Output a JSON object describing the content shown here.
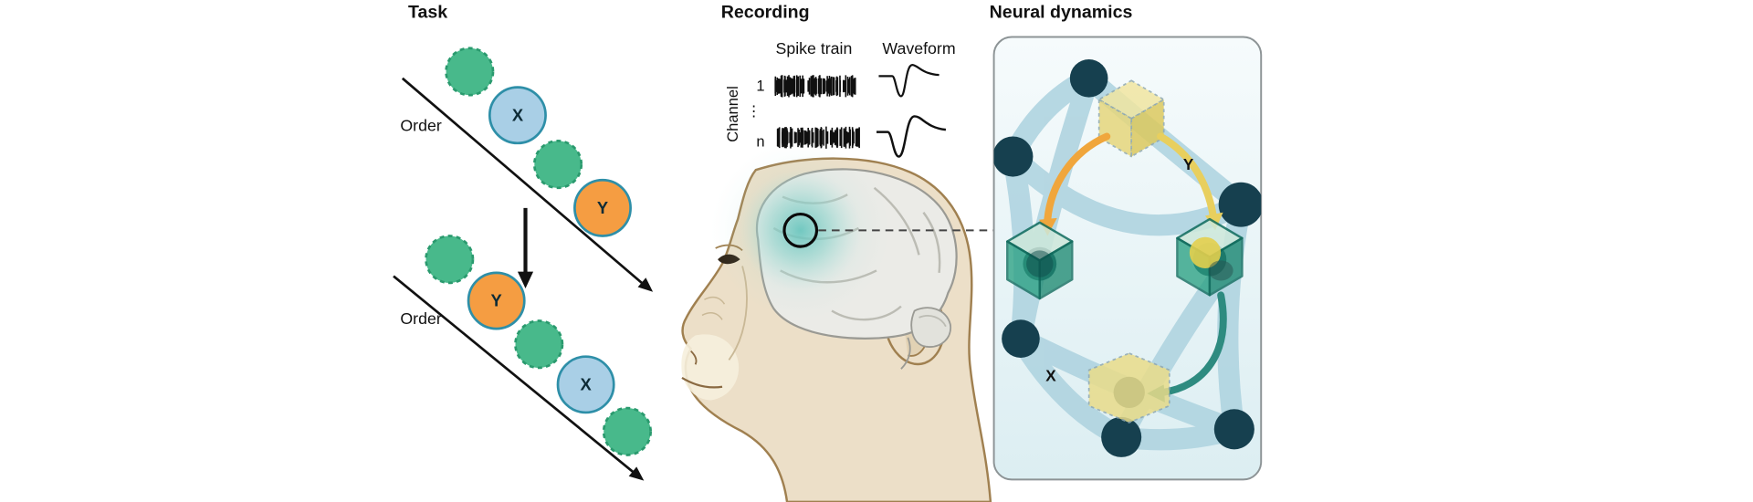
{
  "figure": {
    "task": {
      "title": "Task",
      "order_label": "Order",
      "x_label": "X",
      "y_label": "Y"
    },
    "recording": {
      "title": "Recording",
      "spike_train_label": "Spike train",
      "waveform_label": "Waveform",
      "channel_label": "Channel",
      "channel_first": "1",
      "channel_ellipsis": "⋮",
      "channel_last": "n"
    },
    "neural": {
      "title": "Neural dynamics",
      "x_label": "X",
      "y_label": "Y"
    }
  },
  "colors": {
    "green_item": "#48b98b",
    "green_item_stroke": "#2a9a6e",
    "blue_item": "#a9cfe6",
    "orange_item": "#f59d42",
    "item_stroke": "#2e8fa8",
    "monkey_skin": "#ecdfc8",
    "monkey_outline": "#a08050",
    "brain_fill": "#ebebe7",
    "electrode_glow": "#63c4bc",
    "panel_bg": "#edf6f8",
    "network_band": "#b0d4e0",
    "network_node": "#16404f",
    "cube_yellow": "#e6d877",
    "cube_green": "#2ba183",
    "arrow_orange": "#f0a63c",
    "arrow_yellow": "#e8cf5e",
    "arrow_teal": "#2e8b80"
  }
}
